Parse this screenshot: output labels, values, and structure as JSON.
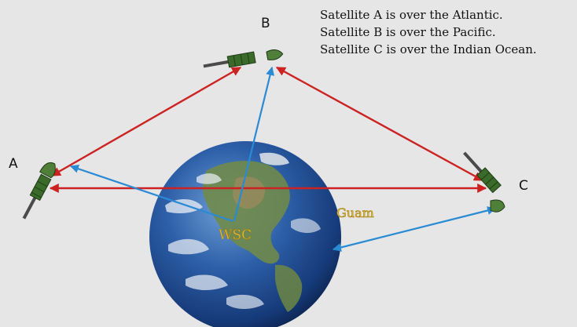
{
  "satellites": {
    "a_label": "A",
    "b_label": "B",
    "c_label": "C"
  },
  "notes": [
    "Satellite A is over the Atlantic.",
    "Satellite B is over the Pacific.",
    "Satellite C is over the Indian Ocean."
  ],
  "ground_stations": {
    "guam": "Guam",
    "wsc": "WSC"
  },
  "colors": {
    "crosslink": "#cc2222",
    "ground_link": "#2a8ad4",
    "station_label": "#e8c33a",
    "earth": "#2c5ea8",
    "satellite_body": "#3a6b2a",
    "background": "#e6e6e6"
  },
  "icons": [
    "satellite-icon",
    "earth-globe-icon",
    "arrow-icon"
  ]
}
